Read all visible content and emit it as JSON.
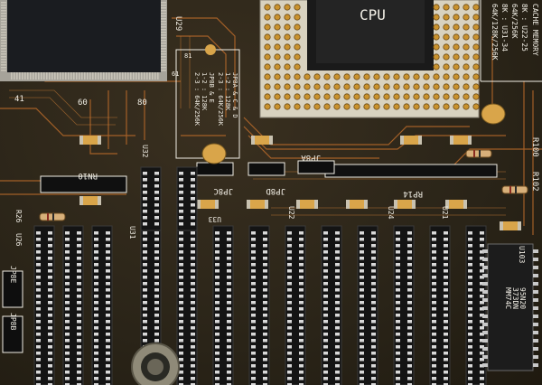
{
  "photo": {
    "subject": "Circuit board with CPU socket, memory sockets and jumpers",
    "colors": {
      "pcb": "#2a2418",
      "trace": "#b86a2a",
      "silkscreen": "#f2efe6",
      "socket": "#1a1a1a",
      "cap": "#d9a54a"
    }
  },
  "silkscreen": {
    "u29": "U29",
    "cpu": "CPU",
    "cache_title": "CACHE MEMORY",
    "cache_l1": "8K :  U22-25",
    "cache_l2": "64K/256K",
    "cache_l3": "8K :  U31-34",
    "cache_l4": "64K/128K/256K",
    "jp_block_1": "JP8A & C & D",
    "jp_block_2": "1-2 : 128K",
    "jp_block_3": "2-3 : 64K/256K",
    "jp_block_4": "JP8B & E",
    "jp_block_5": "1-2 : 128K",
    "jp_block_6": "2-3 : 64K/256K",
    "rn10": "RN10",
    "r100": "R100",
    "r102": "R102",
    "jp8a": "JP8A",
    "jp8c": "JP8C",
    "jp8d": "JP8D",
    "rp14": "RP14",
    "r26": "R26",
    "u26": "U26",
    "jp8e": "JP8E",
    "jp8b": "JP8B",
    "u32": "U32",
    "u33": "U33",
    "u31": "U31",
    "u103": "U103",
    "u21": "U21",
    "u24": "U24",
    "u22": "U22",
    "pin41": "41",
    "pin60": "60",
    "pin80": "80",
    "pin61": "61",
    "pin81": "81",
    "chip_small_1": "MM74C",
    "chip_small_2": "373DN",
    "chip_small_3": "95N20"
  }
}
